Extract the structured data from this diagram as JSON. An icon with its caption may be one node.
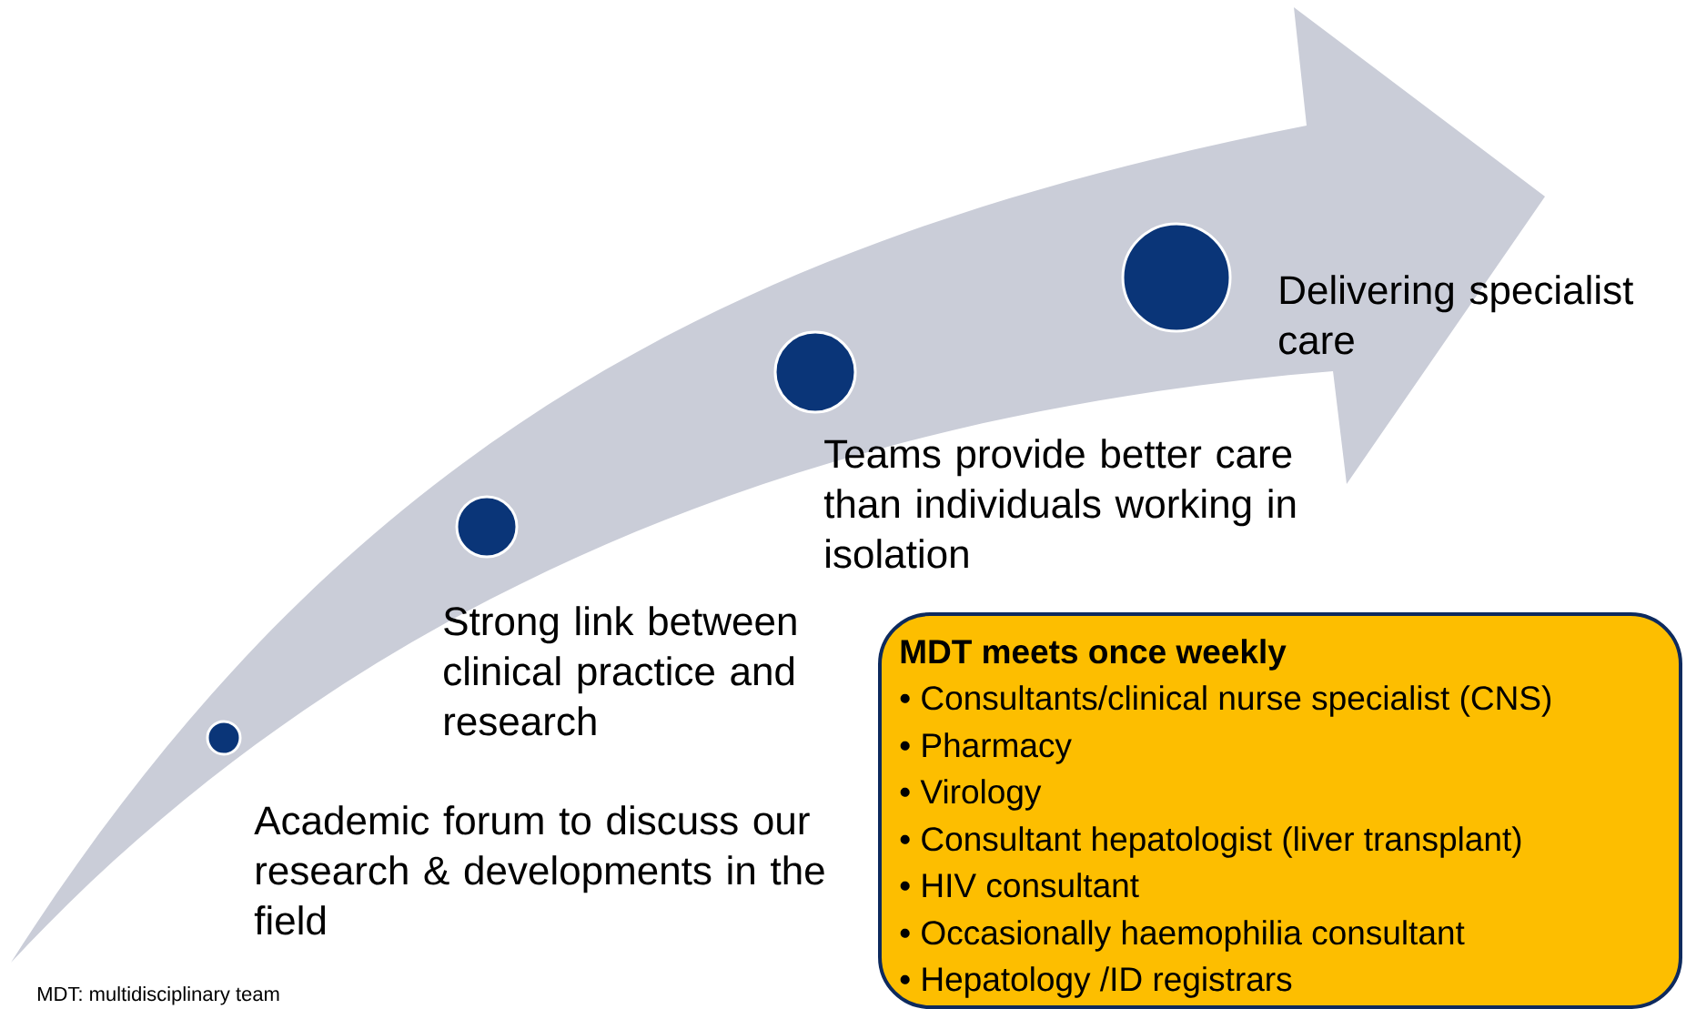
{
  "diagram": {
    "nodes": [
      {
        "text": [],
        "shape": "circle",
        "beside": [
          "Academic forum to discuss our research & developments in the field"
        ]
      },
      {
        "text": [],
        "shape": "circle",
        "beside": [
          "Strong link between clinical practice and research"
        ]
      },
      {
        "text": [],
        "shape": "circle",
        "beside": [
          "Teams provide better care than individuals working in isolation"
        ]
      },
      {
        "text": [],
        "shape": "circle",
        "beside": [
          "Delivering specialist care"
        ]
      },
      {
        "text": [
          "MDT meets once weekly",
          "• Consultants/clinical nurse specialist (CNS)",
          "• Pharmacy",
          "• Virology",
          "• Consultant hepatologist (liver transplant)",
          "• HIV consultant",
          "• Occasionally haemophilia consultant",
          "• Hepatology /ID registrars"
        ]
      }
    ],
    "labels": [
      "MDT: multidisciplinary team"
    ]
  }
}
